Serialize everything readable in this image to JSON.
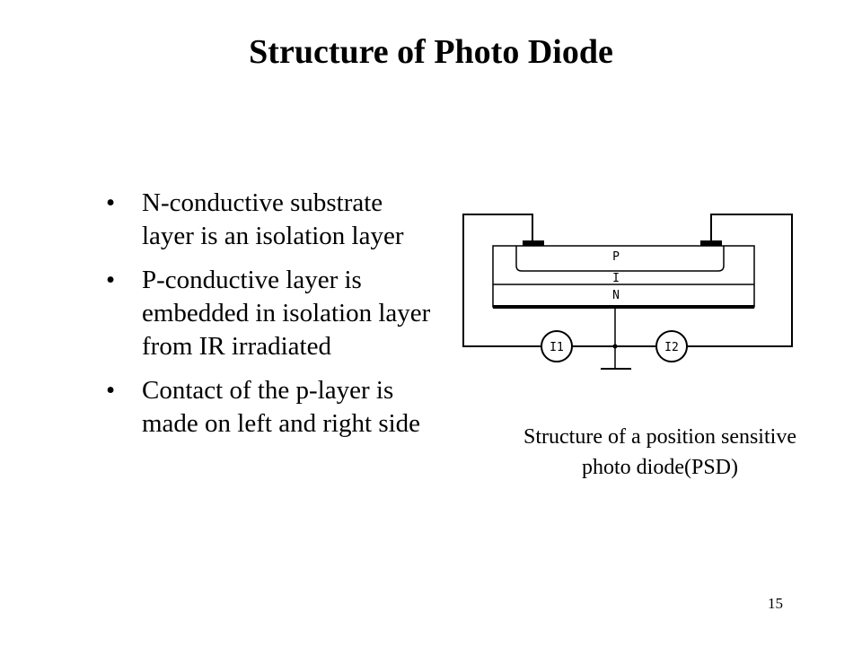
{
  "title": "Structure of Photo Diode",
  "bullets": [
    "N-conductive substrate layer is an isolation layer",
    "P-conductive layer is embedded in isolation layer  from IR irradiated",
    "Contact of the p-layer is made on left and right side"
  ],
  "figure": {
    "layer_labels": {
      "p": "P",
      "i": "I",
      "n": "N"
    },
    "meter_labels": {
      "left": "I1",
      "right": "I2"
    }
  },
  "caption": {
    "line1": "Structure of a position sensitive",
    "line2": "photo diode(PSD)"
  },
  "page_number": "15"
}
